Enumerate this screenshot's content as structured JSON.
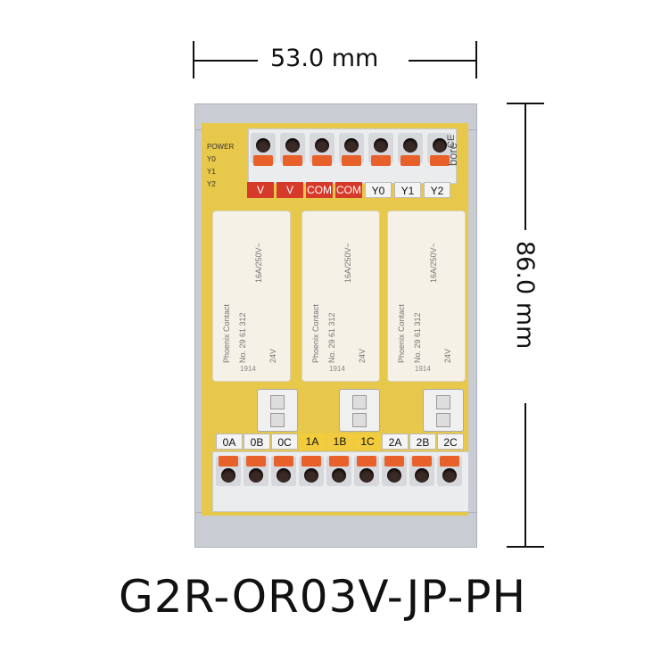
{
  "dimensions": {
    "width_label": "53.0 mm",
    "height_label": "86.0 mm"
  },
  "model": "G2R-OR03V-JP-PH",
  "board": {
    "power_labels": [
      "POWER",
      "Y0",
      "Y1",
      "Y2"
    ],
    "brand_text": "bore",
    "ce_mark": "CE"
  },
  "top_terminals": [
    "V",
    "V",
    "COM",
    "COM",
    "Y0",
    "Y1",
    "Y2"
  ],
  "bottom_terminals": [
    "0A",
    "0B",
    "0C",
    "1A",
    "1B",
    "1C",
    "2A",
    "2B",
    "2C"
  ],
  "relays": [
    {
      "brand": "Phoenix Contact",
      "part_no": "No. 29 61 312",
      "coil": "24V",
      "rating": "16A/250V~",
      "date": "1914"
    },
    {
      "brand": "Phoenix Contact",
      "part_no": "No. 29 61 312",
      "coil": "24V",
      "rating": "16A/250V~",
      "date": "1914"
    },
    {
      "brand": "Phoenix Contact",
      "part_no": "No. 29 61 312",
      "coil": "24V",
      "rating": "16A/250V~",
      "date": "1914"
    }
  ],
  "colors": {
    "board": "#e7c84a",
    "lever": "#e8602a",
    "rail": "#c9ccd3"
  }
}
